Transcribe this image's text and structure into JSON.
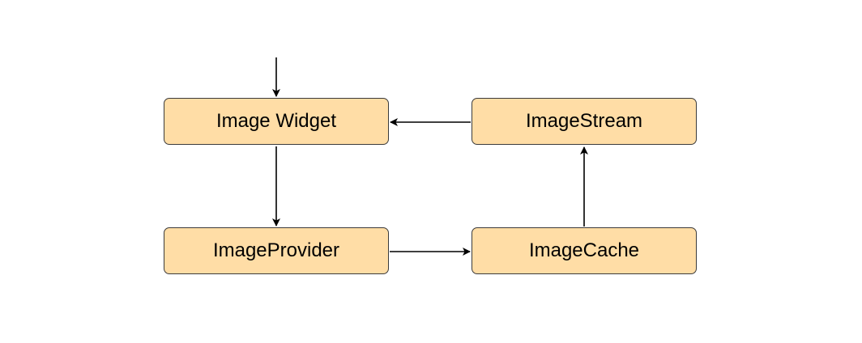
{
  "colors": {
    "node_fill": "#ffdda6",
    "node_border": "#3b3b3b",
    "edge": "#000000",
    "background": "#ffffff"
  },
  "nodes": {
    "image_widget": {
      "label": "Image Widget"
    },
    "image_stream": {
      "label": "ImageStream"
    },
    "image_provider": {
      "label": "ImageProvider"
    },
    "image_cache": {
      "label": "ImageCache"
    }
  },
  "edges": [
    {
      "from": "",
      "to": "Image Widget"
    },
    {
      "from": "Image Widget",
      "to": "ImageProvider"
    },
    {
      "from": "ImageProvider",
      "to": "ImageCache"
    },
    {
      "from": "ImageCache",
      "to": "ImageStream"
    },
    {
      "from": "ImageStream",
      "to": "Image Widget"
    }
  ]
}
